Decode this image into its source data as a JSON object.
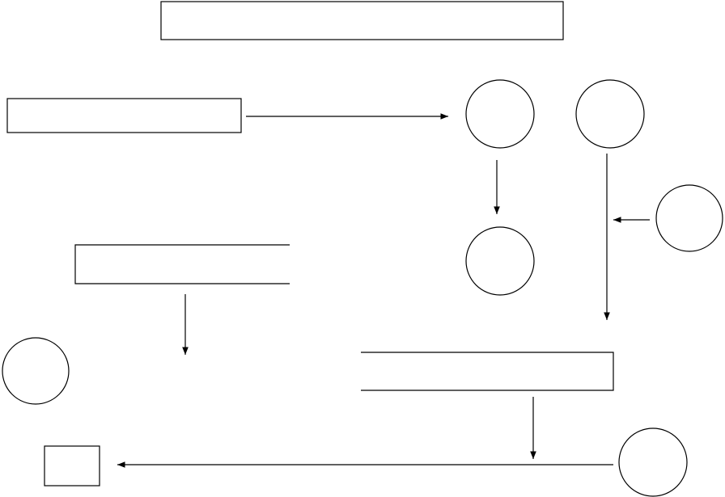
{
  "diagram": {
    "stroke_color": "#000000",
    "background_color": "#ffffff",
    "boxes": [
      {
        "id": "box-top-banner",
        "label": ""
      },
      {
        "id": "box-upper-left",
        "label": ""
      },
      {
        "id": "box-middle-left",
        "label": ""
      },
      {
        "id": "box-lower-right",
        "label": ""
      },
      {
        "id": "box-bottom-left-small",
        "label": ""
      }
    ],
    "circles": [
      {
        "id": "circle-upper-center",
        "label": ""
      },
      {
        "id": "circle-upper-right",
        "label": ""
      },
      {
        "id": "circle-far-right",
        "label": ""
      },
      {
        "id": "circle-center",
        "label": ""
      },
      {
        "id": "circle-left",
        "label": ""
      },
      {
        "id": "circle-bottom-right",
        "label": ""
      }
    ],
    "arrows": [
      {
        "id": "arrow-box-to-circle",
        "from": "box-upper-left",
        "to": "circle-upper-center"
      },
      {
        "id": "arrow-circle-down",
        "from": "circle-upper-center",
        "to": "circle-center"
      },
      {
        "id": "arrow-right-column-down",
        "from": "circle-upper-right",
        "to": "box-lower-right"
      },
      {
        "id": "arrow-side-in",
        "from": "circle-far-right",
        "to": "arrow-right-column-down"
      },
      {
        "id": "arrow-middle-left-down",
        "from": "box-middle-left",
        "to": ""
      },
      {
        "id": "arrow-lower-box-down",
        "from": "box-lower-right",
        "to": ""
      },
      {
        "id": "arrow-bottom-left",
        "from": "circle-bottom-right",
        "to": "box-bottom-left-small"
      }
    ]
  }
}
